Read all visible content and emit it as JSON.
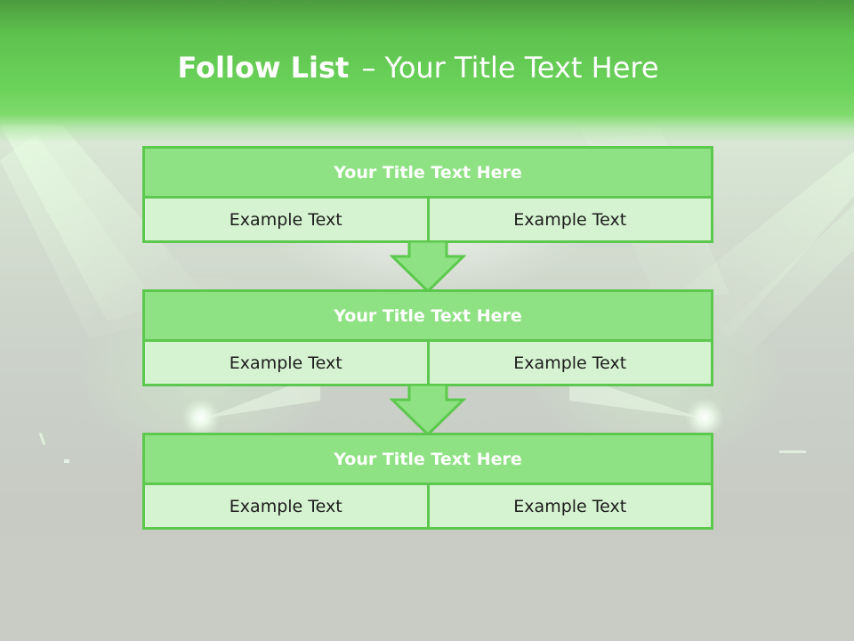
{
  "title": {
    "bold": "Follow List",
    "rest": "– Your Title Text Here"
  },
  "steps": [
    {
      "heading": "Your Title Text Here",
      "left": "Example Text",
      "right": "Example Text"
    },
    {
      "heading": "Your Title Text Here",
      "left": "Example Text",
      "right": "Example Text"
    },
    {
      "heading": "Your Title Text Here",
      "left": "Example Text",
      "right": "Example Text"
    }
  ],
  "icons": {
    "connector": "down-arrow-icon"
  },
  "colors": {
    "header_green": "#5ec24f",
    "box_head": "#8ee283",
    "box_body": "#d6f3d1",
    "border": "#5cc84d",
    "arrow_fill": "#8ee283",
    "background": "#c8ccc5"
  }
}
